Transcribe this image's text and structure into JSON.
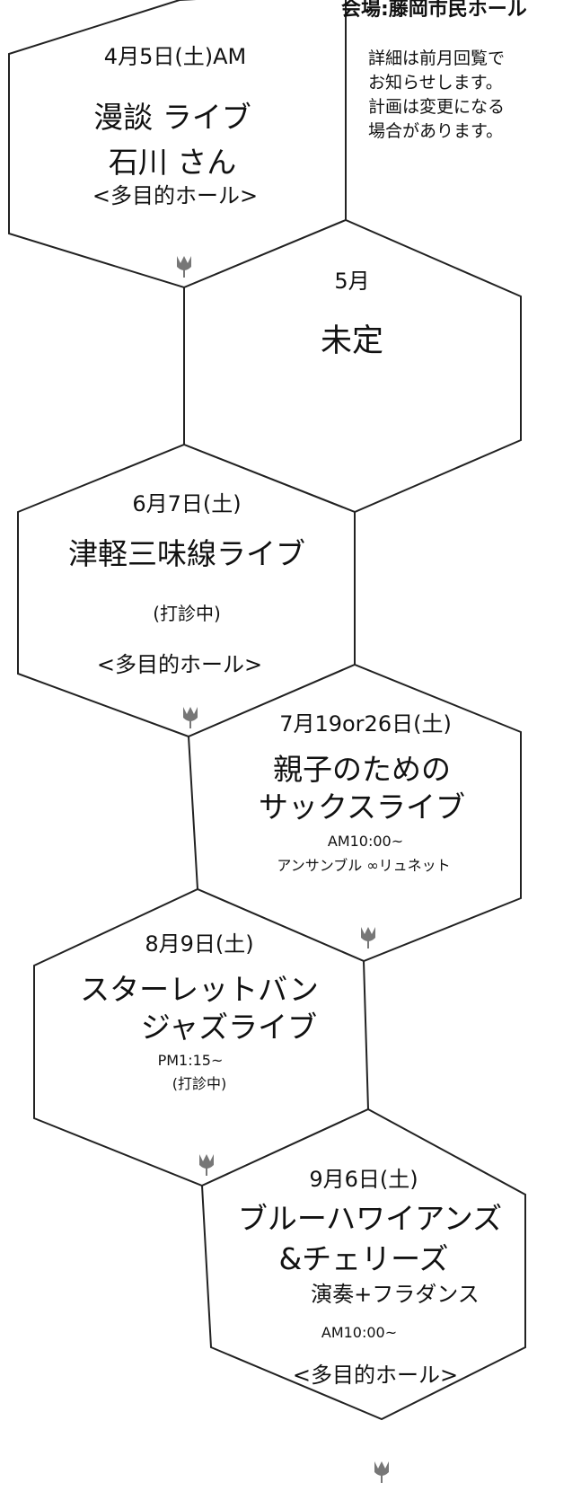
{
  "header": "会場:藤岡市民ホール",
  "notes": {
    "line1": "詳細は前月回覧で",
    "line2": "お知らせします。",
    "line3": "計画は変更になる",
    "line4": "場合があります。"
  },
  "events": [
    {
      "date": "4月5日(土)AM",
      "title1": "漫談 ライブ",
      "title2": "石川 さん",
      "venue": "<多目的ホール>"
    },
    {
      "date": "5月",
      "title1": "未定"
    },
    {
      "date": "6月7日(土)",
      "title1": "津軽三味線ライブ",
      "note": "(打診中)",
      "venue": "<多目的ホール>"
    },
    {
      "date": "7月19or26日(土)",
      "title1": "親子のための",
      "title2": "サックスライブ",
      "time": "AM10:00~",
      "performer": "アンサンブル ∞リュネット"
    },
    {
      "date": "8月9日(土)",
      "title1": "スターレットバン",
      "title2": "ジャズライブ",
      "time": "PM1:15~",
      "note": "(打診中)"
    },
    {
      "date": "9月6日(土)",
      "title1": "ブルーハワイアンズ",
      "title2": "&チェリーズ",
      "title3": "演奏+フラダンス",
      "time": "AM10:00~",
      "venue": "<多目的ホール>"
    }
  ]
}
